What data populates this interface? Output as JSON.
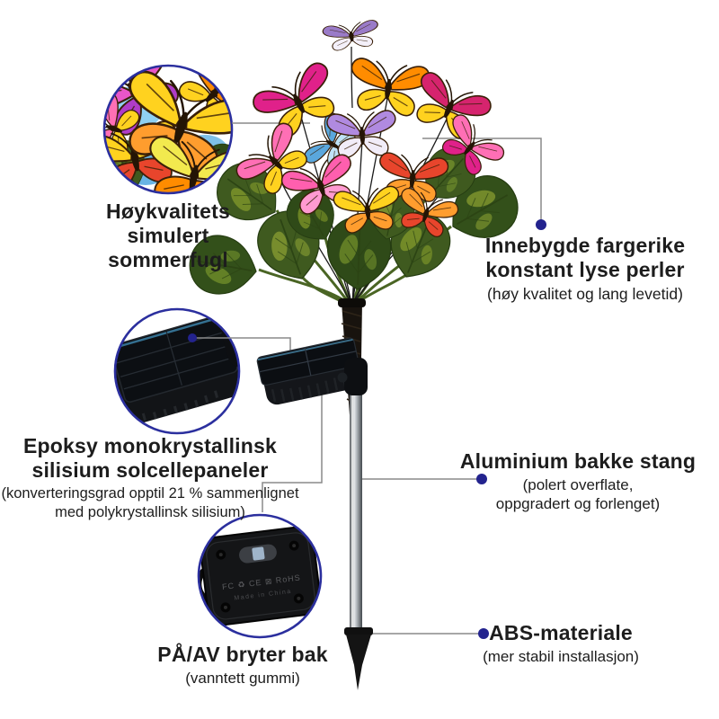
{
  "callouts": {
    "butterfly": {
      "line1": "Høykvalitets",
      "line2": "simulert",
      "line3": "sommerfugl"
    },
    "leds": {
      "line1": "Innebygde fargerike",
      "line2": "konstant lyse perler",
      "sub": "(høy kvalitet og lang levetid)"
    },
    "solar": {
      "line1": "Epoksy monokrystallinsk",
      "line2": "silisium solcellepaneler",
      "sub1": "(konverteringsgrad opptil 21 % sammenlignet",
      "sub2": "med polykrystallinsk silisium)"
    },
    "pole": {
      "line1": "Aluminium bakke stang",
      "sub1": "(polert overflate,",
      "sub2": "oppgradert og forlenget)"
    },
    "switch": {
      "line1": "PÅ/AV bryter bak",
      "sub": "(vanntett gummi)"
    },
    "abs": {
      "line1": "ABS-materiale",
      "sub": "(mer stabil installasjon)"
    }
  },
  "battery_box": {
    "cert_text": "FC ♻ CE ⊠ RoHS",
    "made_in": "Made in China"
  },
  "colors": {
    "accent_dot": "#23238e",
    "circle_border": "#2b2f9e",
    "leader": "#8a8a8a",
    "text": "#1d1d1d"
  }
}
